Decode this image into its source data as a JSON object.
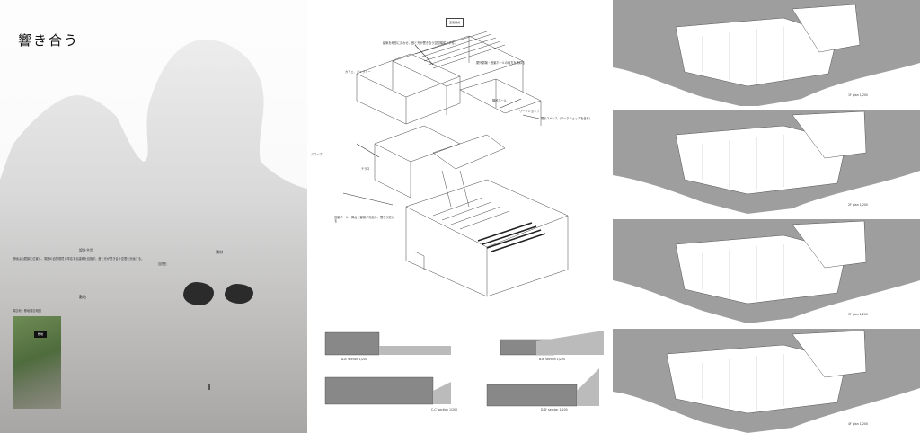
{
  "panel1": {
    "title": "響き合う",
    "section1_heading": "設計主旨",
    "section2_heading": "敷地",
    "section3_heading": "素材",
    "map_label": "敷地",
    "site_caption": "周辺地・敷地周辺地図",
    "body_text": "敷地は山間部に位置し、周囲の自然環境と呼応する建築を目指す。音と光が響き合う空間を計画する。",
    "material_caption": "自然石"
  },
  "panel2": {
    "diagram_title": "空間構成",
    "intro_text": "建築を地形に沿わせ、音と光が響き合う空間構成とする。",
    "labels": {
      "cafe": "カフェ、ギャラリー",
      "hall": "屋外劇場・音楽ホールの両方を兼ねる",
      "stair": "階段ホール",
      "workshop": "ワークショップ",
      "workshop2": "展示スペース（ワークショップを含む）",
      "slope": "スロープ",
      "terrace": "テラス",
      "lower_hall": "音楽ホール：舞台と客席が対面し、響きが広がる"
    },
    "section_captions": [
      "A-A' section  1/200",
      "B-B' section  1/200",
      "C-C' section  1/200",
      "D-D' section  1/200"
    ]
  },
  "panel3": {
    "plan_captions": [
      "1F plan 1/200",
      "2F plan 1/200",
      "3F plan 1/200",
      "4F plan 1/200"
    ]
  }
}
